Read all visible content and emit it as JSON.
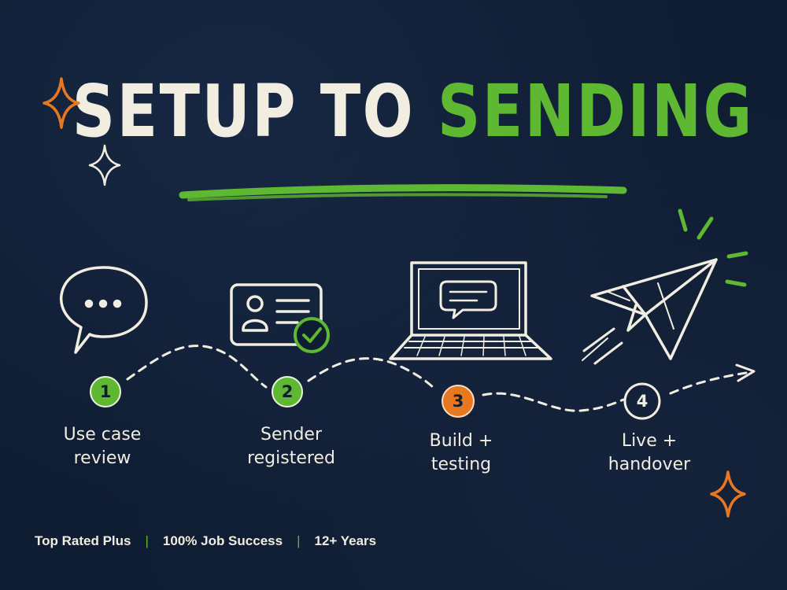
{
  "title": {
    "part1": "SETUP TO",
    "part2": "SENDING"
  },
  "steps": [
    {
      "number": "1",
      "line1": "Use case",
      "line2": "review",
      "icon": "speech-bubble-icon",
      "status_color": "#5fb832"
    },
    {
      "number": "2",
      "line1": "Sender",
      "line2": "registered",
      "icon": "id-card-check-icon",
      "status_color": "#5fb832"
    },
    {
      "number": "3",
      "line1": "Build +",
      "line2": "testing",
      "icon": "laptop-chat-icon",
      "status_color": "#e8781f"
    },
    {
      "number": "4",
      "line1": "Live +",
      "line2": "handover",
      "icon": "paper-plane-icon",
      "status_color": "none"
    }
  ],
  "footer": {
    "item1": "Top Rated Plus",
    "item2": "100% Job Success",
    "item3": "12+ Years",
    "separator": "|"
  },
  "colors": {
    "background": "#0f1d33",
    "accent_green": "#5fb832",
    "accent_orange": "#e8781f",
    "chalk": "#f1ede0"
  }
}
